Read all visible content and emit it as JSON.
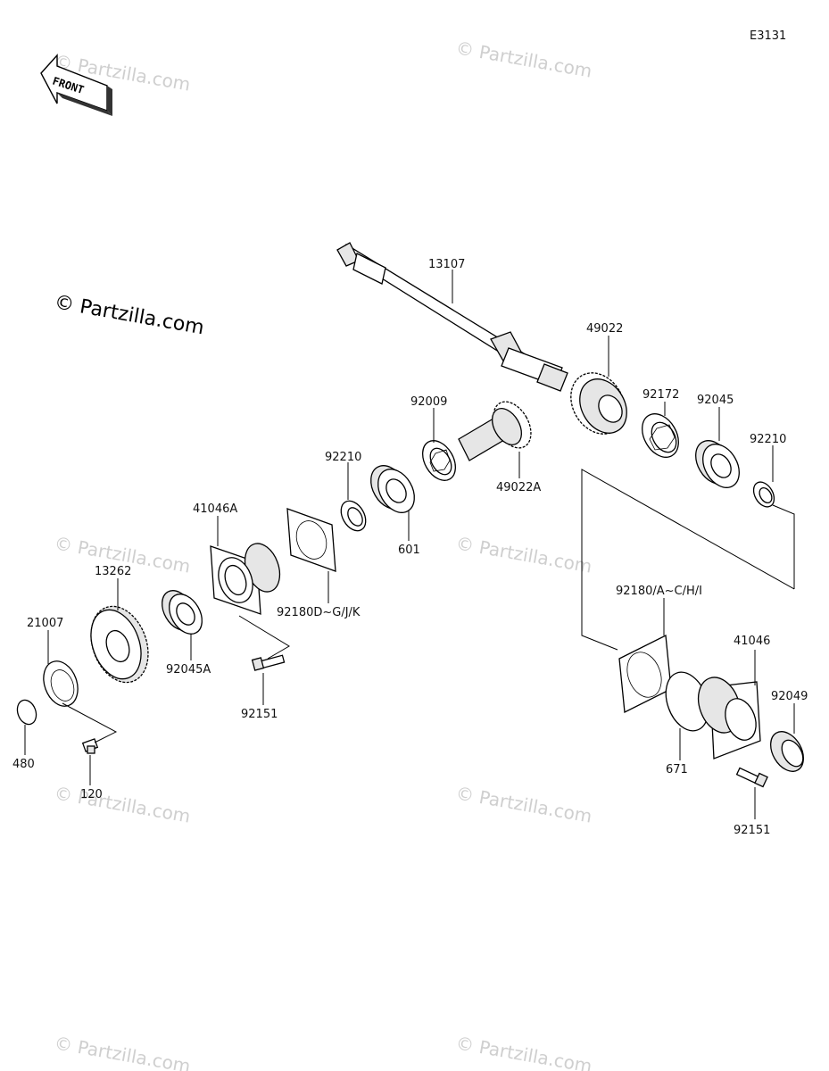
{
  "diagram_code": "E3131",
  "front_label": "FRONT",
  "watermark": "© Partzilla.com",
  "watermark_large": "© Partzilla.com",
  "parts": {
    "p13107": "13107",
    "p49022": "49022",
    "p92172": "92172",
    "p92045": "92045",
    "p92210_r": "92210",
    "p92009": "92009",
    "p49022A": "49022A",
    "p92210_l": "92210",
    "p601": "601",
    "p41046A": "41046A",
    "p92180DGJK": "92180D~G/J/K",
    "p13262": "13262",
    "p21007": "21007",
    "p92045A": "92045A",
    "p92151_l": "92151",
    "p480": "480",
    "p120": "120",
    "p92180ACHI": "92180/A~C/H/I",
    "p41046": "41046",
    "p92049": "92049",
    "p671": "671",
    "p92151_r": "92151"
  }
}
